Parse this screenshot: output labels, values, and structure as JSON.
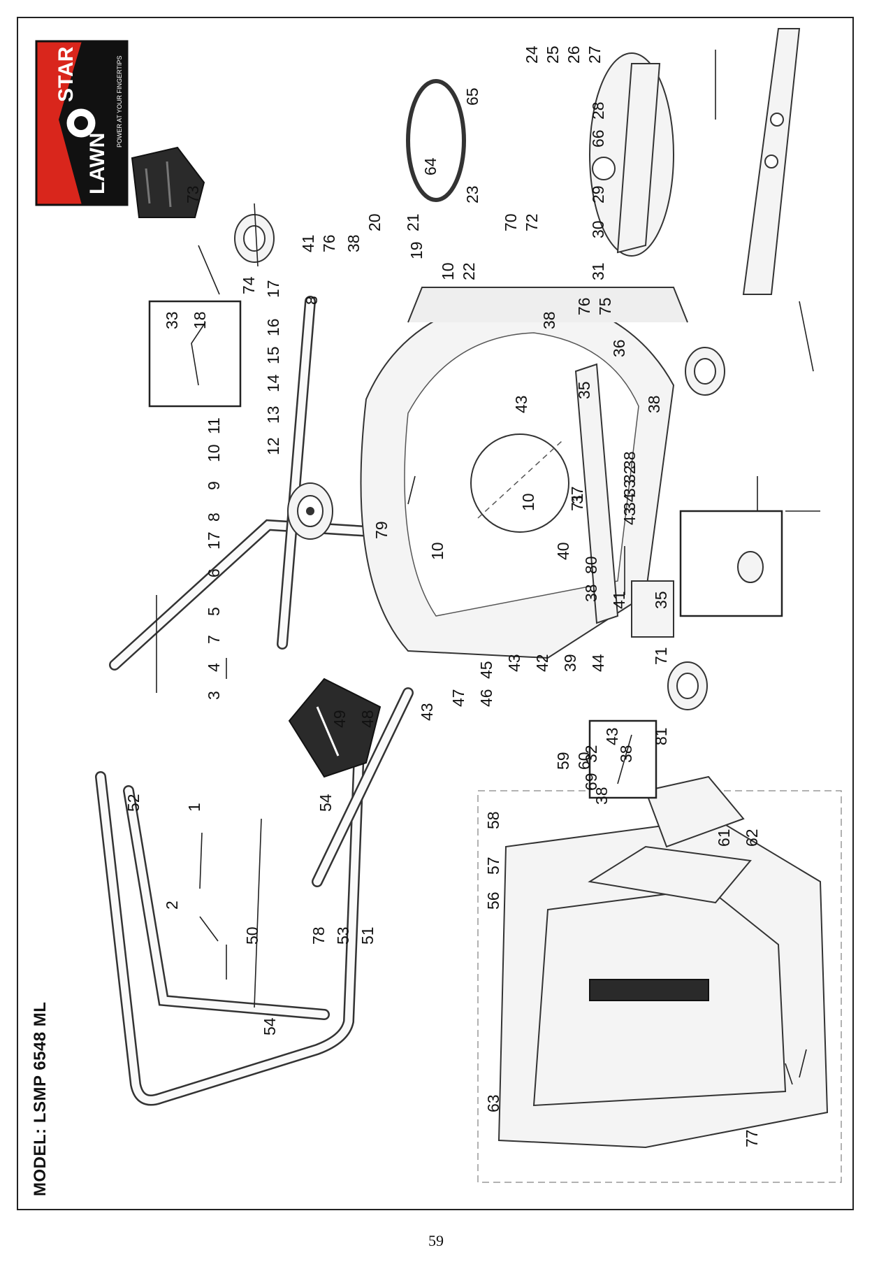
{
  "model_label": "MODEL: LSMP 6548 ML",
  "page_number": "59",
  "logo": {
    "brand_left": "LAWN",
    "brand_right": "STAR",
    "tagline": "POWER AT YOUR FINGERTIPS",
    "colors": {
      "red": "#d9261c",
      "black": "#111111",
      "white": "#ffffff"
    }
  },
  "callouts": {
    "c1": "1",
    "c2": "2",
    "c3": "3",
    "c4": "4",
    "c5": "5",
    "c6": "6",
    "c7": "7",
    "c8a": "8",
    "c8b": "8",
    "c9": "9",
    "c10a": "10",
    "c10b": "10",
    "c10c": "10",
    "c10d": "10",
    "c11": "11",
    "c12": "12",
    "c13": "13",
    "c14": "14",
    "c15": "15",
    "c16": "16",
    "c17a": "17",
    "c17b": "17",
    "c18": "18",
    "c19": "19",
    "c20": "20",
    "c21": "21",
    "c22": "22",
    "c23": "23",
    "c24": "24",
    "c25": "25",
    "c26": "26",
    "c27": "27",
    "c28": "28",
    "c29": "29",
    "c30": "30",
    "c31": "31",
    "c32a": "32",
    "c32b": "32",
    "c33a": "33",
    "c33b": "33",
    "c34": "34",
    "c35a": "35",
    "c35b": "35",
    "c36": "36",
    "c37": "37",
    "c38a": "38",
    "c38b": "38",
    "c38c": "38",
    "c38d": "38",
    "c38e": "38",
    "c38f": "38",
    "c38g": "38",
    "c39": "39",
    "c40": "40",
    "c41a": "41",
    "c41b": "41",
    "c42": "42",
    "c43a": "43",
    "c43b": "43",
    "c43c": "43",
    "c43d": "43",
    "c43e": "43",
    "c44": "44",
    "c45": "45",
    "c46": "46",
    "c47": "47",
    "c48": "48",
    "c49": "49",
    "c50": "50",
    "c51": "51",
    "c52": "52",
    "c53": "53",
    "c54a": "54",
    "c54b": "54",
    "c56": "56",
    "c57": "57",
    "c58": "58",
    "c59": "59",
    "c60": "60",
    "c61": "61",
    "c62": "62",
    "c63": "63",
    "c64": "64",
    "c65": "65",
    "c66": "66",
    "c69": "69",
    "c70": "70",
    "c71a": "71",
    "c71b": "71",
    "c72": "72",
    "c73": "73",
    "c74": "74",
    "c75": "75",
    "c76a": "76",
    "c76b": "76",
    "c77": "77",
    "c78": "78",
    "c79": "79",
    "c80": "80",
    "c81": "81"
  }
}
